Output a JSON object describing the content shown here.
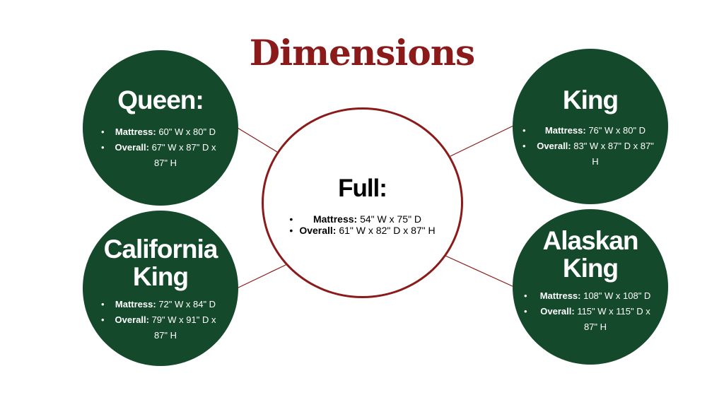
{
  "title": "Dimensions",
  "colors": {
    "title": "#8b1a1a",
    "circle_green": "#144a2b",
    "center_border": "#8b1a1a",
    "connector": "#8b1a1a"
  },
  "sizes": {
    "queen": {
      "name": "Queen:",
      "mattress_label": "Mattress:",
      "mattress_value": " 60\" W x 80\" D",
      "overall_label": "Overall:",
      "overall_value": " 67\" W x 87\" D x 87\" H"
    },
    "king": {
      "name": "King",
      "mattress_label": "Mattress:",
      "mattress_value": " 76\" W x 80\" D",
      "overall_label": "Overall:",
      "overall_value": " 83\" W x 87\" D x 87\" H"
    },
    "full": {
      "name": "Full:",
      "mattress_label": "Mattress:",
      "mattress_value": " 54\" W x 75\" D",
      "overall_label": "Overall:",
      "overall_value": " 61\" W x 82\" D x 87\" H"
    },
    "california_king": {
      "name_line1": "California",
      "name_line2": "King",
      "mattress_label": "Mattress:",
      "mattress_value": " 72\" W x 84\" D",
      "overall_label": "Overall:",
      "overall_value": " 79\" W x 91\" D x 87\" H"
    },
    "alaskan_king": {
      "name_line1": "Alaskan",
      "name_line2": "King",
      "mattress_label": "Mattress:",
      "mattress_value": " 108\" W x 108\" D",
      "overall_label": "Overall:",
      "overall_value": " 115\" W x 115\" D x 87\" H"
    }
  }
}
